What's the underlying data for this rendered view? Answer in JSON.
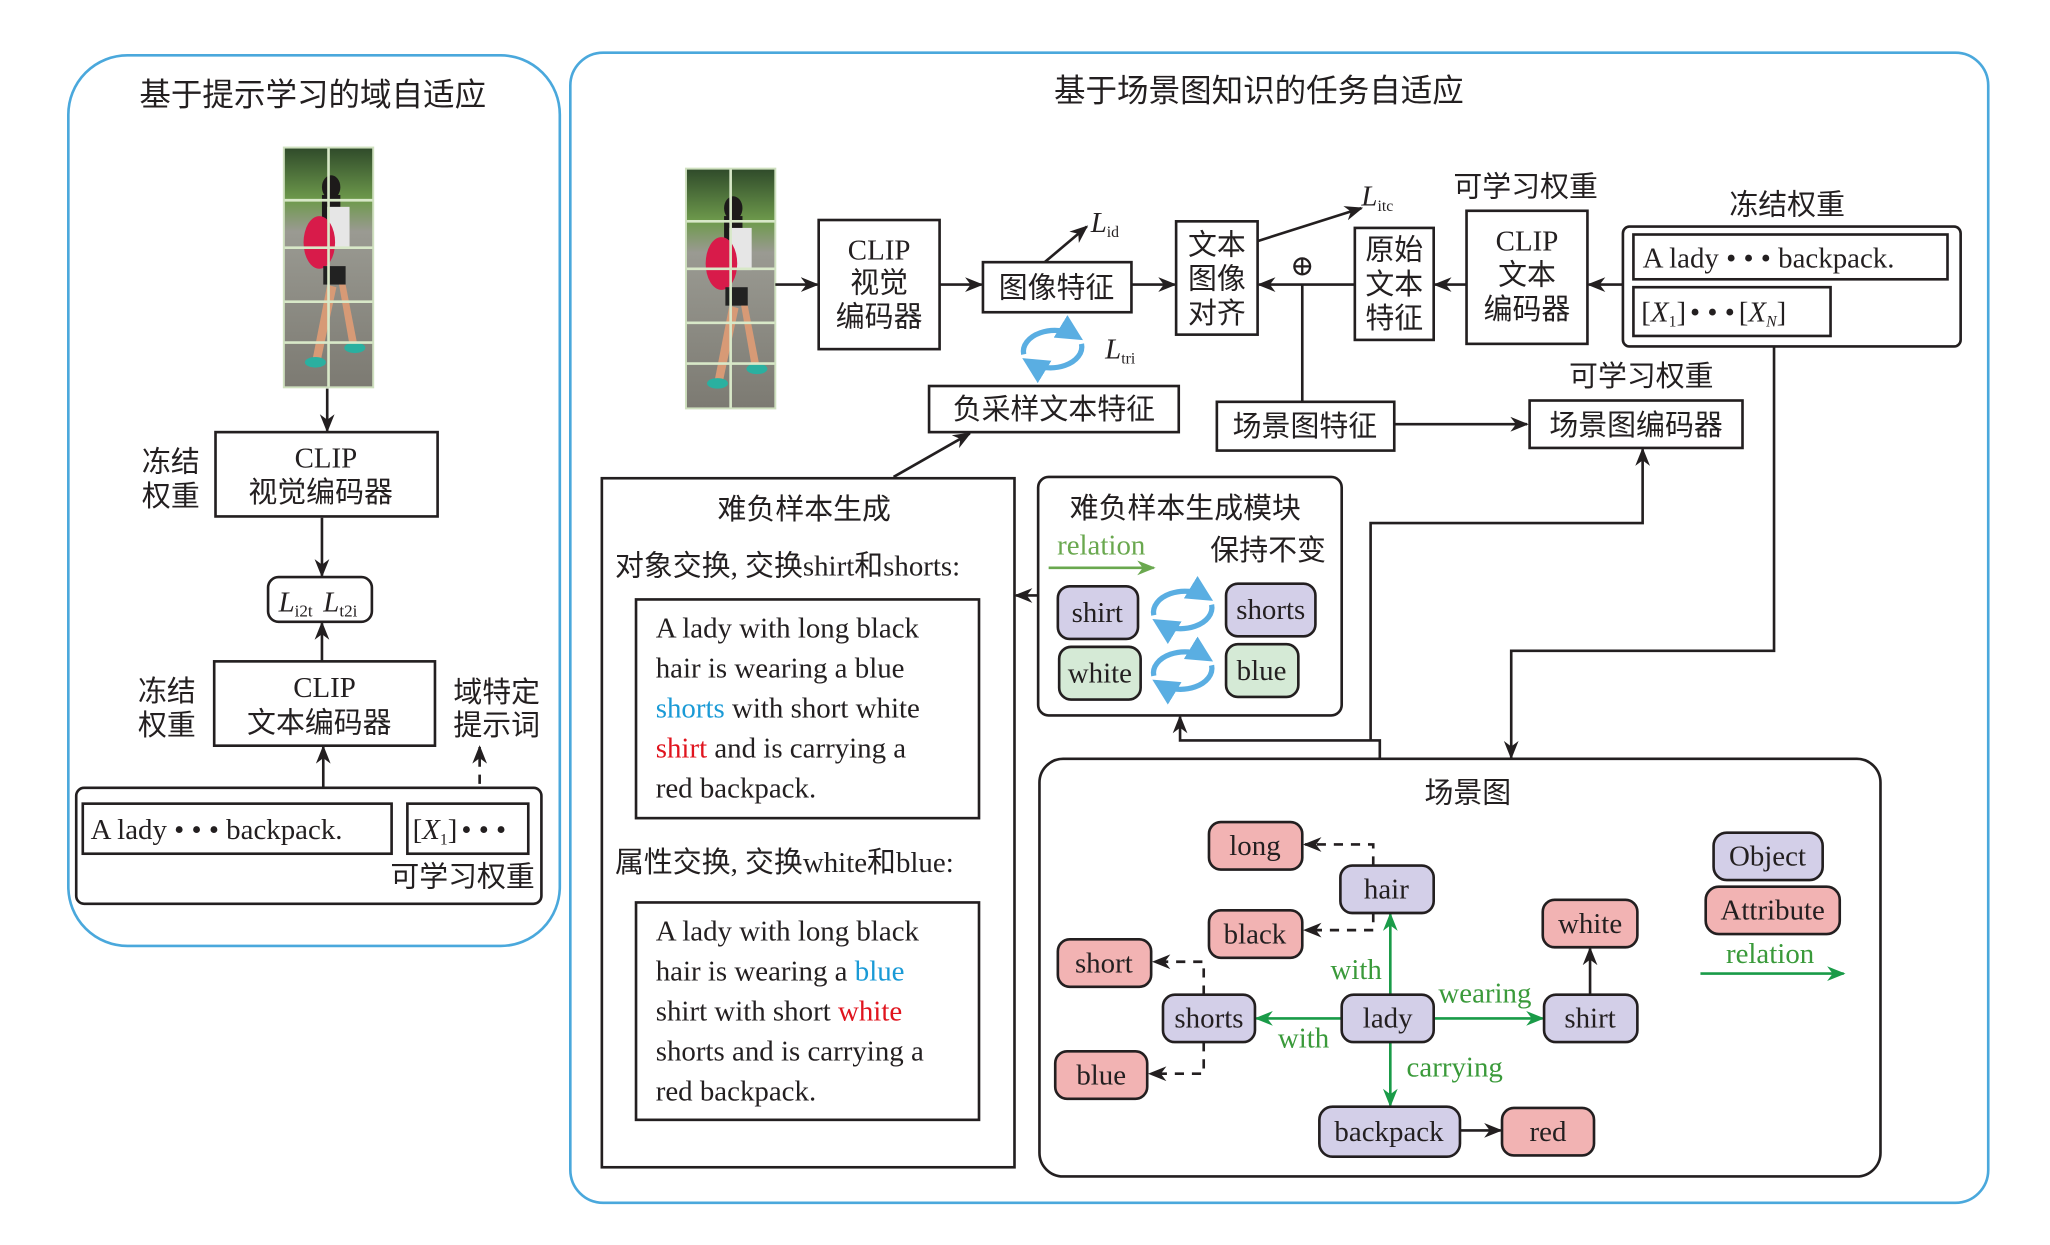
{
  "colors": {
    "panel_border": "#4aa8dc",
    "object_fill": "#d3cfe8",
    "attribute_fill": "#f2b3b3",
    "swap_node_fill": "#d5ead6",
    "relation_green": "#1a9b48",
    "highlight_blue": "#1a9ad6",
    "highlight_red": "#e0141e"
  },
  "left_panel": {
    "title": "基于提示学习的域自适应",
    "frozen_visual": [
      "冻结",
      "权重"
    ],
    "visual_encoder": [
      "CLIP",
      "视觉编码器"
    ],
    "losses": [
      {
        "symbol": "L",
        "sub": "i2t"
      },
      {
        "symbol": "L",
        "sub": "t2i"
      }
    ],
    "frozen_text": [
      "冻结",
      "权重"
    ],
    "text_encoder": [
      "CLIP",
      "文本编码器"
    ],
    "prompt_label": [
      "域特定",
      "提示词"
    ],
    "caption": "A lady • • • backpack.",
    "prompt_token": {
      "open": "[",
      "symbol": "X",
      "sub": "1",
      "close": "]",
      "ellipsis": "• • •"
    },
    "learnable_label": "可学习权重"
  },
  "right_panel": {
    "title": "基于场景图知识的任务自适应",
    "visual_encoder": [
      "CLIP",
      "视觉",
      "编码器"
    ],
    "image_feature": "图像特征",
    "loss_id": {
      "symbol": "L",
      "sub": "id"
    },
    "alignment": [
      "文本",
      "图像",
      "对齐"
    ],
    "loss_itc": {
      "symbol": "L",
      "sub": "itc"
    },
    "fusion_symbol": "⊕",
    "original_text_feature": [
      "原始",
      "文本",
      "特征"
    ],
    "text_encoder_learnable_label": "可学习权重",
    "text_encoder": [
      "CLIP",
      "文本",
      "编码器"
    ],
    "frozen_label": "冻结权重",
    "caption": "A lady • • • backpack.",
    "prompt_tokens": {
      "open1": "[",
      "symbol1": "X",
      "sub1": "1",
      "close1": "]",
      "ellipsis": "• • •",
      "open2": "[",
      "symbol2": "X",
      "sub2": "N",
      "close2": "]"
    },
    "loss_tri": {
      "symbol": "L",
      "sub": "tri"
    },
    "negative_text_feature": "负采样文本特征",
    "scene_graph_feature": "场景图特征",
    "scene_encoder_learnable_label": "可学习权重",
    "scene_graph_encoder": "场景图编码器",
    "hard_negative": {
      "title": "难负样本生成",
      "object_swap_label": "对象交换, 交换shirt和shorts:",
      "object_swap_text": [
        [
          {
            "t": "A lady with long black",
            "c": ""
          }
        ],
        [
          {
            "t": "hair is wearing a blue",
            "c": ""
          }
        ],
        [
          {
            "t": "shorts",
            "c": "blue"
          },
          {
            "t": " with  short white",
            "c": ""
          }
        ],
        [
          {
            "t": "shirt",
            "c": "red"
          },
          {
            "t": " and is  carrying a",
            "c": ""
          }
        ],
        [
          {
            "t": "red backpack.",
            "c": ""
          }
        ]
      ],
      "attribute_swap_label": "属性交换, 交换white和blue:",
      "attribute_swap_text": [
        [
          {
            "t": "A lady with long black",
            "c": ""
          }
        ],
        [
          {
            "t": "hair is wearing a ",
            "c": ""
          },
          {
            "t": "blue",
            "c": "blue"
          }
        ],
        [
          {
            "t": "shirt with  short ",
            "c": ""
          },
          {
            "t": "white",
            "c": "red"
          }
        ],
        [
          {
            "t": "shorts and is  carrying a",
            "c": ""
          }
        ],
        [
          {
            "t": "red backpack.",
            "c": ""
          }
        ]
      ]
    },
    "module": {
      "title": "难负样本生成模块",
      "relation_label": "relation",
      "keep_label": "保持不变",
      "swap_objects": [
        "shirt",
        "shorts"
      ],
      "swap_attributes": [
        "white",
        "blue"
      ]
    },
    "scene_graph": {
      "title": "场景图",
      "objects": {
        "hair": "hair",
        "lady": "lady",
        "shorts": "shorts",
        "shirt": "shirt",
        "backpack": "backpack"
      },
      "attributes": {
        "long": "long",
        "black": "black",
        "short": "short",
        "blue": "blue",
        "white": "white",
        "red": "red"
      },
      "relations": {
        "lady_hair": "with",
        "lady_shorts": "with",
        "lady_shirt": "wearing",
        "lady_backpack": "carrying"
      },
      "legend": {
        "object": "Object",
        "attribute": "Attribute",
        "relation": "relation"
      }
    }
  }
}
